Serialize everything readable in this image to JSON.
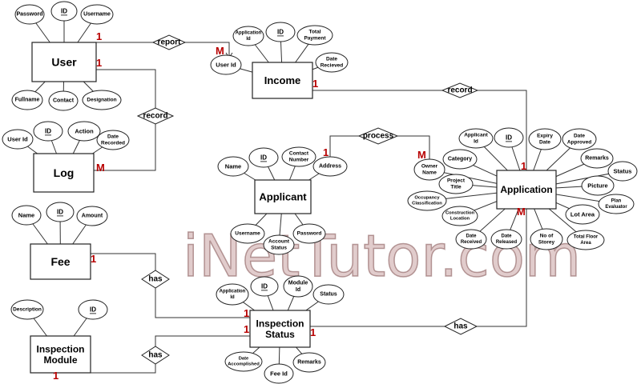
{
  "entities": {
    "user": "User",
    "income": "Income",
    "log": "Log",
    "applicant": "Applicant",
    "application": "Application",
    "fee": "Fee",
    "inspection_status": [
      "Inspection",
      "Status"
    ],
    "inspection_module": [
      "Inspection",
      "Module"
    ]
  },
  "relationships": {
    "report": "report",
    "record_user_log": "record",
    "record_income_app": "record",
    "process": "process",
    "has_fee": "has",
    "has_module": "has",
    "has_app": "has"
  },
  "attributes": {
    "user_password": [
      "Password"
    ],
    "user_id": [
      "ID"
    ],
    "user_username": [
      "Username"
    ],
    "user_fullname": [
      "Fullname"
    ],
    "user_contact": [
      "Contact"
    ],
    "user_designation": [
      "Designation"
    ],
    "inc_appid": [
      "Application",
      "Id"
    ],
    "inc_id": [
      "ID"
    ],
    "inc_total": [
      "Total",
      "Payment"
    ],
    "inc_userid": [
      "User Id"
    ],
    "inc_date": [
      "Date",
      "Recieved"
    ],
    "log_userid": [
      "User Id"
    ],
    "log_id": [
      "ID"
    ],
    "log_action": [
      "Action"
    ],
    "log_date": [
      "Date",
      "Recorded"
    ],
    "apl_name": [
      "Name"
    ],
    "apl_id": [
      "ID"
    ],
    "apl_contact": [
      "Contact",
      "Number"
    ],
    "apl_address": [
      "Address"
    ],
    "apl_username": [
      "Username"
    ],
    "apl_accstatus": [
      "Account",
      "Status"
    ],
    "apl_password": [
      "Password"
    ],
    "app_applicant": [
      "Applicant",
      "Id"
    ],
    "app_id": [
      "ID"
    ],
    "app_expiry": [
      "Expiry",
      "Date"
    ],
    "app_dateapproved": [
      "Date",
      "Approved"
    ],
    "app_category": [
      "Category"
    ],
    "app_remarks": [
      "Remarks"
    ],
    "app_status": [
      "Status"
    ],
    "app_owner": [
      "Owner",
      "Name"
    ],
    "app_project": [
      "Project",
      "Title"
    ],
    "app_picture": [
      "Picture"
    ],
    "app_occupancy": [
      "Occupancy",
      "Classification"
    ],
    "app_plan": [
      "Plan",
      "Evaluator"
    ],
    "app_lot": [
      "Lot Area"
    ],
    "app_construction": [
      "Construction",
      "Location"
    ],
    "app_datereceived": [
      "Date",
      "Received"
    ],
    "app_datereleased": [
      "Date",
      "Released"
    ],
    "app_storey": [
      "No of",
      "Storey"
    ],
    "app_floor": [
      "Total Floor",
      "Area"
    ],
    "fee_name": [
      "Name"
    ],
    "fee_id": [
      "ID"
    ],
    "fee_amount": [
      "Amount"
    ],
    "is_appid": [
      "Application",
      "Id"
    ],
    "is_id": [
      "ID"
    ],
    "is_module": [
      "Module",
      "Id"
    ],
    "is_status": [
      "Status"
    ],
    "is_dateacc": [
      "Date",
      "Accomplished"
    ],
    "is_feeid": [
      "Fee Id"
    ],
    "is_remarks": [
      "Remarks"
    ],
    "im_desc": [
      "Description"
    ],
    "im_id": [
      "ID"
    ]
  },
  "cardinalities": {
    "user_report": "1",
    "income_report": "M",
    "user_record": "1",
    "log_record": "M",
    "income_record": "1",
    "app_record": "1",
    "applicant_process": "1",
    "owner_process": "M",
    "app_has": "M",
    "fee_has": "1",
    "is_fee": "1",
    "is_app": "1",
    "is_module": "1",
    "im_has": "1"
  },
  "watermark": "iNetTutor.com"
}
